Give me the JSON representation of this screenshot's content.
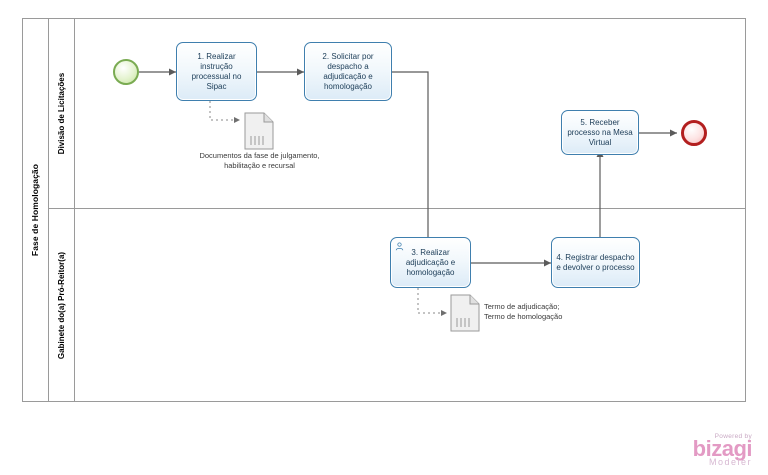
{
  "pool": {
    "name": "Fase de Homologação",
    "lanes": [
      {
        "name": "Divisão de Licitações"
      },
      {
        "name": "Gabinete do(a) Pró-Reitor(a)"
      }
    ]
  },
  "events": {
    "start": {
      "name": "start-event"
    },
    "end": {
      "name": "end-event"
    }
  },
  "tasks": [
    {
      "label": "1. Realizar instrução processual no Sipac",
      "type": "task"
    },
    {
      "label": "2. Solicitar por despacho a adjudicação e homologação",
      "type": "task"
    },
    {
      "label": "3. Realizar adjudicação e homologação",
      "type": "user-task"
    },
    {
      "label": "4. Registrar despacho e devolver o processo",
      "type": "task"
    },
    {
      "label": "5. Receber processo na Mesa Virtual",
      "type": "task"
    }
  ],
  "documents": [
    {
      "label": "Documentos da fase de julgamento, habilitação e recursal"
    },
    {
      "label": "Termo de adjudicação;\nTermo de homologação"
    }
  ],
  "logo": {
    "powered": "Powered by",
    "name": "bizagi",
    "sub": "Modeler"
  },
  "colors": {
    "task_border": "#3f7fae",
    "task_fill": "#dcebf7",
    "start_event": "#7aab52",
    "end_event": "#b31f1f",
    "connector": "#5b5b5b",
    "pool_border": "#9a9a9a",
    "logo_pink": "#e39ac4"
  }
}
